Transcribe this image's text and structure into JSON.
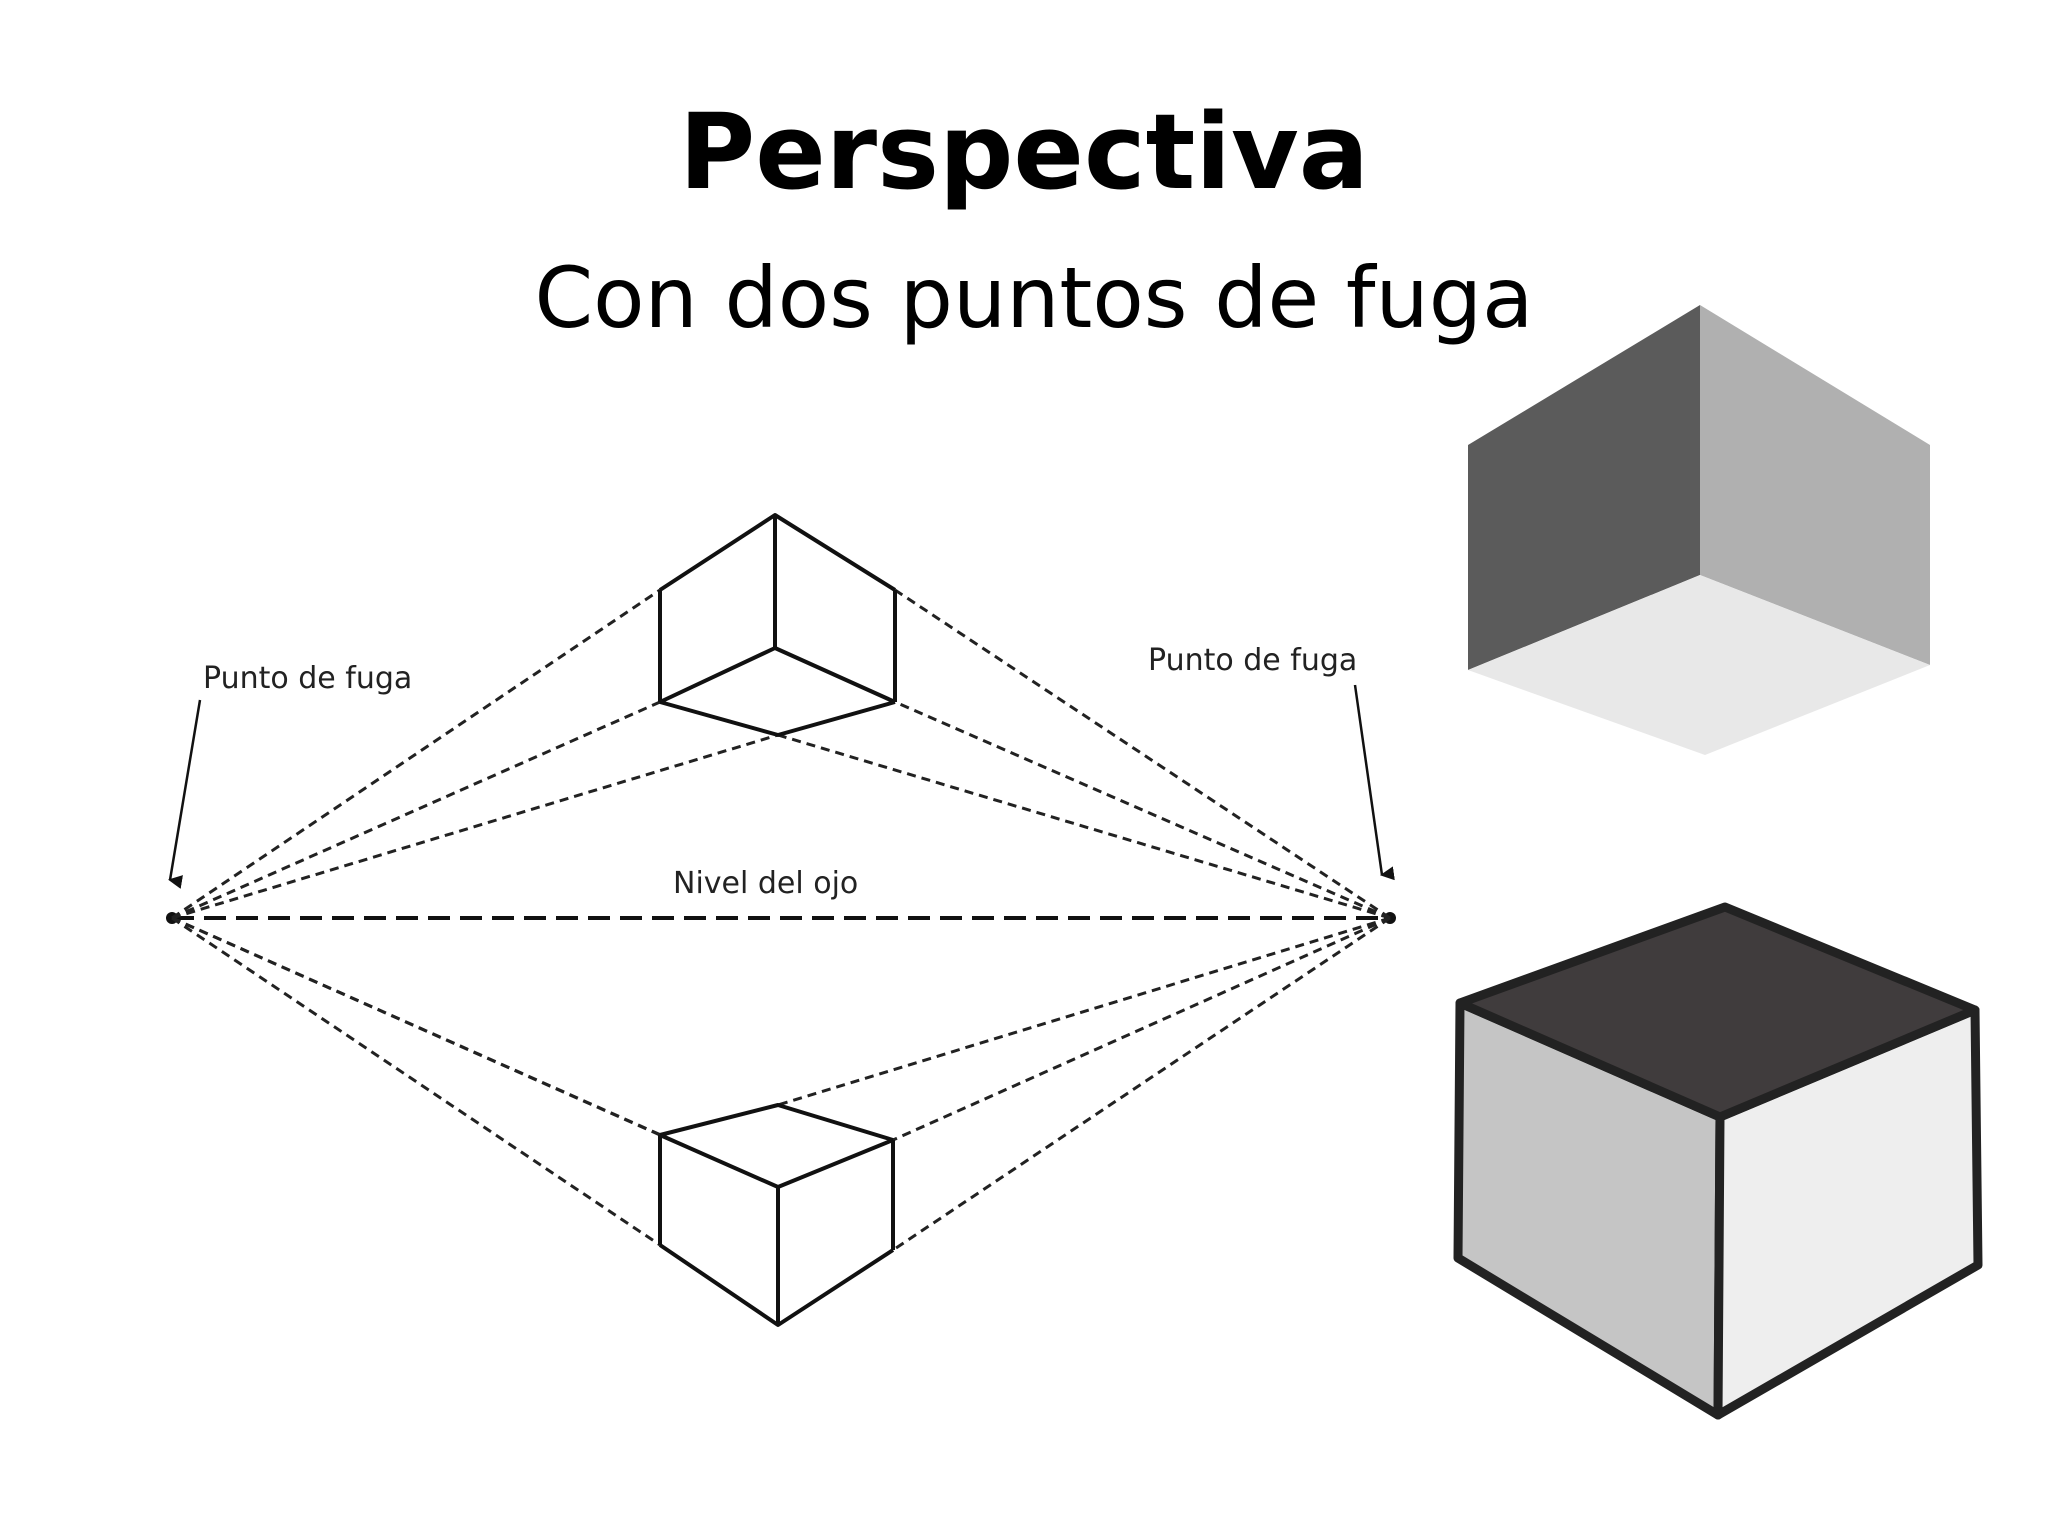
{
  "slide": {
    "title": "Perspectiva",
    "subtitle": "Con dos puntos de fuga"
  },
  "diagram": {
    "left_vanishing_point_label": "Punto de fuga",
    "right_vanishing_point_label": "Punto de fuga",
    "horizon_label": "Nivel del ojo"
  },
  "colors": {
    "background": "#ffffff",
    "line": "#111111",
    "shaded_cube_left_face": "#5b5b5b",
    "shaded_cube_right_face": "#b0b0b0",
    "shaded_cube_bottom_face": "#e8e8e8",
    "outlined_cube_top_face": "#403c3d",
    "outlined_cube_left_face": "#c5c5c5",
    "outlined_cube_right_face": "#eeeeee"
  }
}
